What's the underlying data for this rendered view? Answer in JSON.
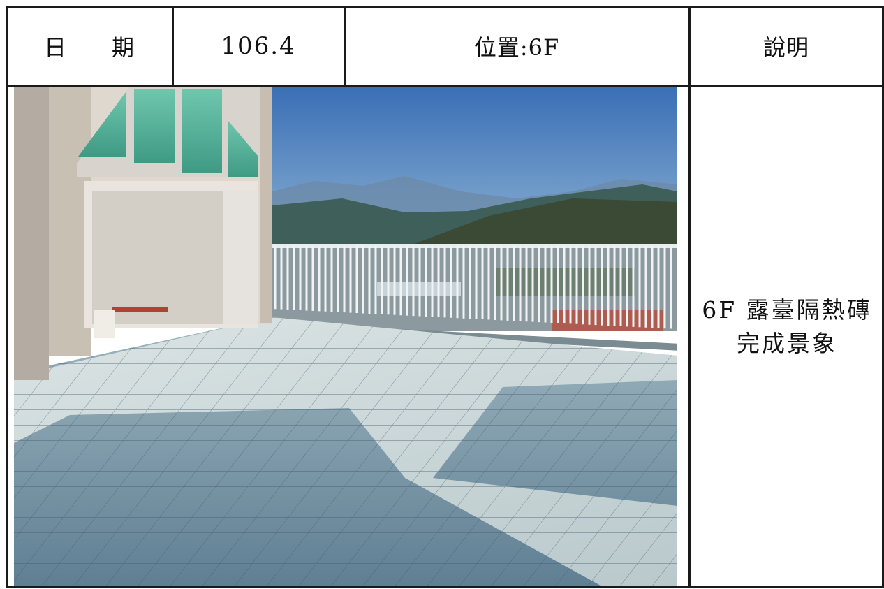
{
  "header": {
    "date_label_1": "日",
    "date_label_2": "期",
    "date_value": "106.4",
    "position": "位置:6F",
    "description_header": "說明"
  },
  "description": {
    "line1": "6F 露臺隔熱磚",
    "line2": "完成景象"
  },
  "colors": {
    "rule": "#1a1a1a",
    "sky_top": "#3a73b8",
    "sky_bottom": "#a9c7de",
    "mountain": "#3d5a4a",
    "tile_shadow": "#6f8fa0",
    "tile_sun": "#d9e2df",
    "glass": "#5fb49a"
  }
}
